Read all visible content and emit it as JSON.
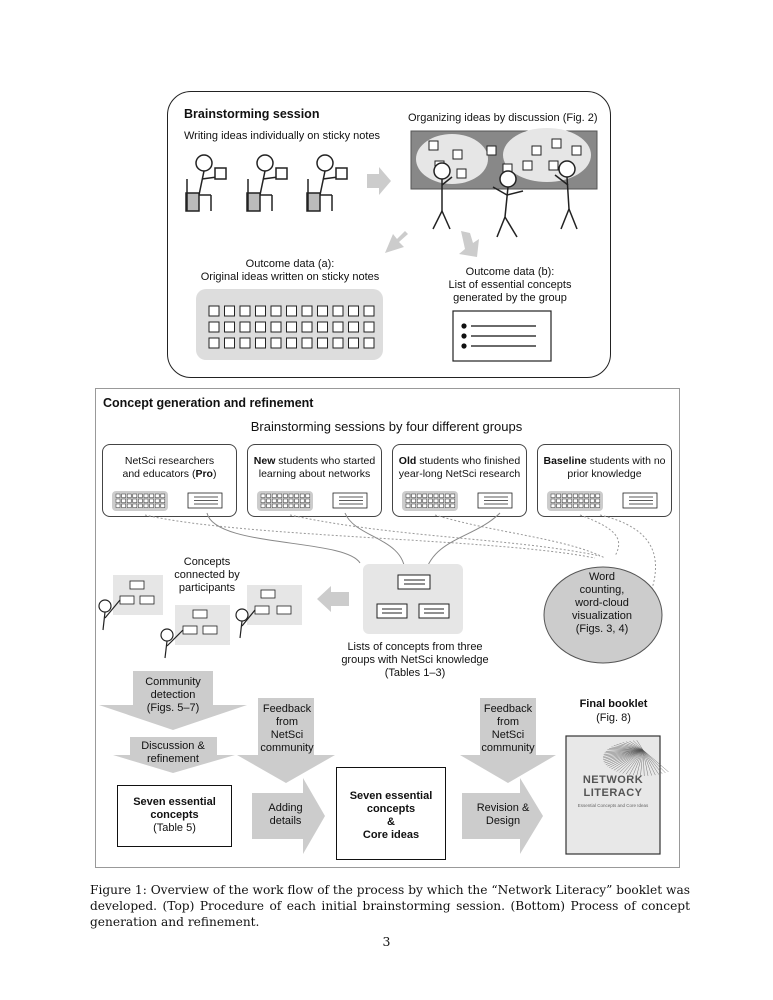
{
  "top": {
    "title": "Brainstorming session",
    "subtitle": "Writing ideas individually on sticky notes",
    "organizing": "Organizing ideas by discussion (Fig. 2)",
    "outcome_a": [
      "Outcome data (a):",
      "Original ideas written on sticky notes"
    ],
    "outcome_b": [
      "Outcome data (b):",
      "List of essential concepts",
      "generated by the group"
    ]
  },
  "bottom": {
    "title": "Concept generation and refinement",
    "sessions_heading": "Brainstorming sessions by four different groups",
    "groups": [
      {
        "bold": "",
        "line1": "NetSci researchers",
        "line2_pre": "and educators (",
        "line2_bold": "Pro",
        "line2_post": ")"
      },
      {
        "bold": "New",
        "line1_rest": " students who started",
        "line2": "learning about networks"
      },
      {
        "bold": "Old",
        "line1_rest": " students who finished",
        "line2": "year-long NetSci research"
      },
      {
        "bold": "Baseline",
        "line1_rest": " students with no",
        "line2": "prior knowledge"
      }
    ],
    "word_counting": [
      "Word",
      "counting,",
      "word-cloud",
      "visualization",
      "(Figs. 3, 4)"
    ],
    "concepts_connected": [
      "Concepts",
      "connected by",
      "participants"
    ],
    "lists_three": [
      "Lists of concepts from three",
      "groups with NetSci knowledge",
      "(Tables 1–3)"
    ],
    "community": [
      "Community",
      "detection",
      "(Figs. 5–7)"
    ],
    "discussion": [
      "Discussion &",
      "refinement"
    ],
    "feedback1": [
      "Feedback",
      "from",
      "NetSci",
      "community"
    ],
    "feedback2": [
      "Feedback",
      "from",
      "NetSci",
      "community"
    ],
    "seven1": [
      "Seven essential",
      "concepts"
    ],
    "seven1_table": "(Table 5)",
    "adding": [
      "Adding",
      "details"
    ],
    "seven2": [
      "Seven essential",
      "concepts",
      "&",
      "Core ideas"
    ],
    "revision": [
      "Revision &",
      "Design"
    ],
    "final_booklet": "Final booklet",
    "final_fig": "(Fig. 8)",
    "booklet_title": [
      "NETWORK",
      "LITERACY"
    ],
    "booklet_sub": "Essential Concepts and Core Ideas"
  },
  "caption": "Figure 1: Overview of the work flow of the process by which the “Network Literacy” booklet was developed. (Top) Procedure of each initial brainstorming session. (Bottom) Process of concept generation and refinement.",
  "page_number": "3"
}
